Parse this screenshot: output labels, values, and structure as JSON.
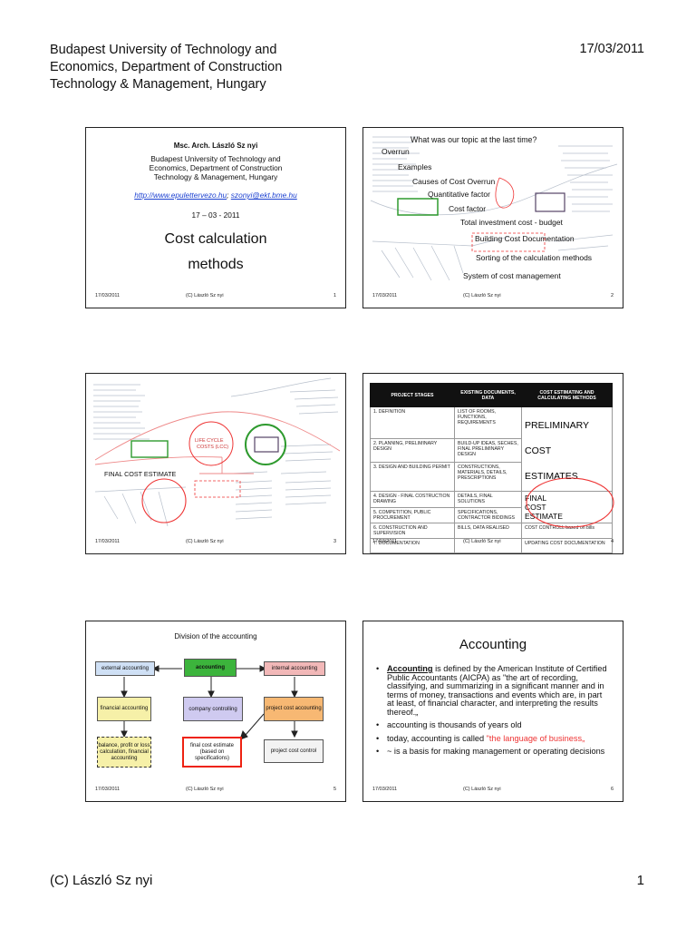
{
  "header": {
    "lines": [
      "Budapest University of Technology and",
      "Economics, Department of Construction",
      "Technology & Management, Hungary"
    ],
    "date": "17/03/2011"
  },
  "footer": {
    "left": "(C) László Sz  nyi",
    "right": "1"
  },
  "slide_footer": {
    "date": "17/03/2011",
    "author": "(C) László Sz  nyi"
  },
  "slide1": {
    "author": "Msc. Arch. László Sz  nyi",
    "affil": [
      "Budapest University of Technology and",
      "Economics, Department of Construction",
      "Technology & Management, Hungary"
    ],
    "link1": "http://www.epulettervezo.hu",
    "sep": "; ",
    "link2": "szonyi@ekt.bme.hu",
    "date": "17 – 03 - 2011",
    "title1": "Cost calculation",
    "title2": "methods",
    "num": "1"
  },
  "slide2": {
    "labels": [
      "What was our topic at the last time?",
      "Overrun",
      "Examples",
      "Causes of Cost Overrun",
      "Quantitative factor",
      "Cost factor",
      "Total investment cost - budget",
      "Building Cost Documentation",
      "Sorting of the calculation methods",
      "System of cost management"
    ],
    "num": "2"
  },
  "slide3": {
    "labels": [
      "FINAL COST ESTIMATE",
      "LIFE CYCLE",
      "COSTS (LCC)"
    ],
    "num": "3"
  },
  "slide4": {
    "headers": [
      "PROJECT STAGES",
      "EXISTING DOCUMENTS, DATA",
      "COST ESTIMATING AND CALCULATING METHODS"
    ],
    "rows": [
      [
        "1. DEFINITION",
        "LIST OF ROOMS, FUNCTIONS, REQUIREMENTS"
      ],
      [
        "2. PLANNING, PRELIMINARY DESIGN",
        "BUILD-UP IDEAS, SECHES, FINAL PRELIMINARY DESIGN"
      ],
      [
        "3. DESIGN AND BUILDING PERMIT",
        "CONSTRUCTIONS, MATERIALS, DETAILS, PRESCRIPTIONS"
      ],
      [
        "4. DESIGN - FINAL COSTRUCTION DRAWING",
        "DETAILS, FINAL SOLUTIONS"
      ],
      [
        "5. COMPETITION, PUBLIC PROCUREMENT",
        "SPECIFICATIONS, CONTRACTOR BIDDINGS"
      ],
      [
        "6. CONSTRUCTION AND SUPERVISION",
        "BILLS, DATA REALISED"
      ],
      [
        "7. DOCUMENTATION",
        ""
      ]
    ],
    "prelim": [
      "PRELIMINARY",
      "COST",
      "ESTIMATES"
    ],
    "final": [
      "FINAL",
      "COST",
      "ESTIMATE"
    ],
    "control": "COST CONTROLL based on bills",
    "updating": "UPDATING COST DOCUMENTATION",
    "num": "4"
  },
  "slide5": {
    "title": "Division of the accounting",
    "boxes": {
      "external": "external accounting",
      "accounting": "accounting",
      "internal": "internal accounting",
      "financial": "financial accounting",
      "controlling": "company controlling",
      "project": "project cost accounting",
      "balance": "balance, profit or loss calculation, financial accounting",
      "final": "final cost estimate (based on specifications)",
      "control": "project cost control"
    },
    "num": "5"
  },
  "slide6": {
    "title": "Accounting",
    "b1": {
      "term": "Accounting",
      "text": " is defined by the American Institute of Certified Public Accountants (AICPA) as \"the art of recording, classifying, and summarizing in a significant manner and in terms of money, transactions and events which are, in part at least, of financial character, and interpreting the results thereof.„"
    },
    "b2": "accounting is thousands of years old",
    "b3a": "today, accounting is called ",
    "b3b": "\"the language of business„",
    "b4": "~ is a basis for making management or operating decisions",
    "num": "6"
  },
  "colors": {
    "red": "#e33",
    "green": "#2e9a2e",
    "accounting_green": "#3cb43c",
    "ext_blue": "#cfe0f5",
    "int_pink": "#f2b8b8",
    "fin_yellow": "#f6f0a8",
    "ctrl_purple": "#cfcaf0",
    "proj_orange": "#f7b873"
  }
}
